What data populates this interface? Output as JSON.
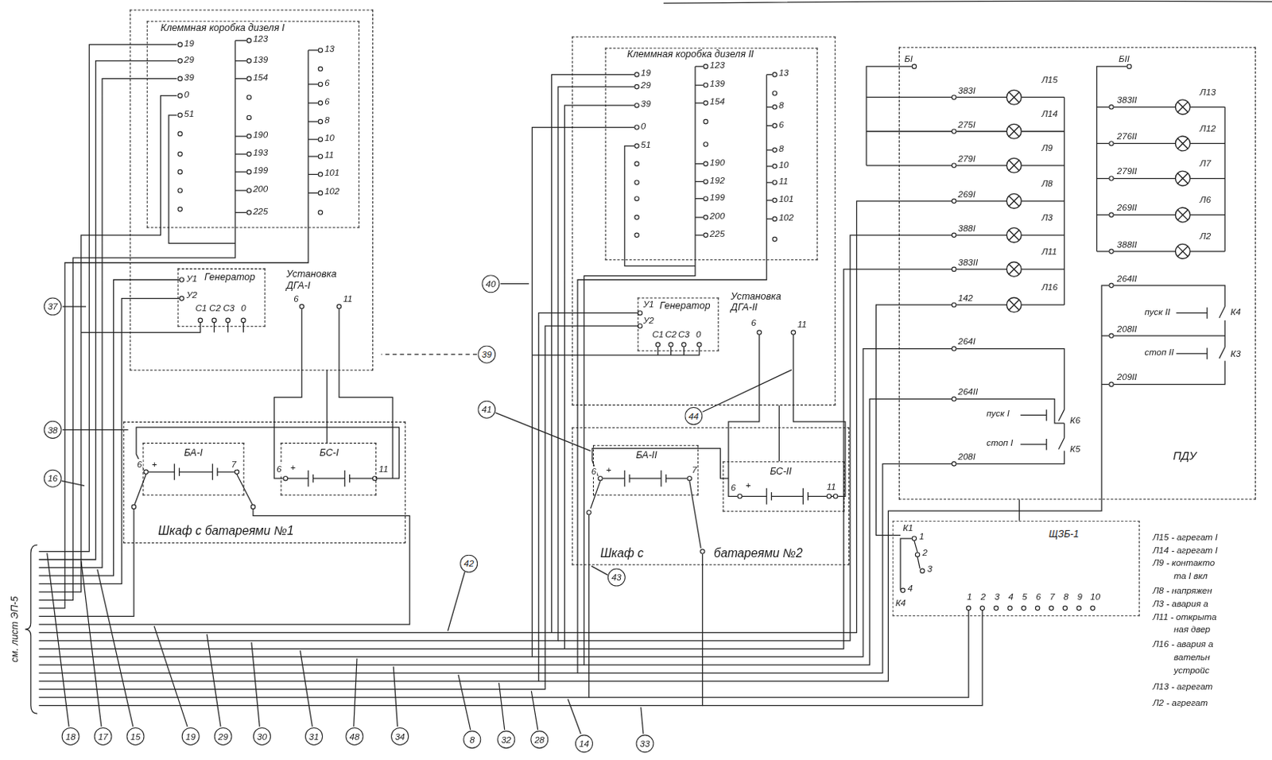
{
  "diagram": {
    "nodes": [
      {
        "text": [
          "Установка ДГА-I"
        ]
      },
      {
        "text": [
          "Клеммная коробка дизеля I"
        ],
        "in": 0
      },
      {
        "text": [
          "Генератор"
        ],
        "in": 0
      },
      {
        "text": [
          "Шкаф с батареями №1"
        ]
      },
      {
        "text": [
          "БА-I"
        ],
        "in": 3
      },
      {
        "text": [
          "БС-I"
        ],
        "in": 3
      },
      {
        "text": [
          "Установка ДГА-II"
        ]
      },
      {
        "text": [
          "Клеммная коробка дизеля II"
        ],
        "in": 6
      },
      {
        "text": [
          "Генератор"
        ],
        "in": 6
      },
      {
        "text": [
          "Шкаф с",
          "батареями №2"
        ]
      },
      {
        "text": [
          "БА-II"
        ],
        "in": 9
      },
      {
        "text": [
          "БС-II"
        ],
        "in": 9
      },
      {
        "text": [
          "ПДУ"
        ]
      },
      {
        "text": [
          "ЩЗБ-1"
        ]
      }
    ],
    "edges": [
      {
        "from": 5,
        "to": 0,
        "arrow": "none"
      },
      {
        "from": 11,
        "to": 6,
        "arrow": "none"
      },
      {
        "from": 12,
        "to": 13,
        "arrow": "none"
      }
    ],
    "labels": [
      "19",
      "29",
      "39",
      "0",
      "51",
      "123",
      "139",
      "154",
      "190",
      "193",
      "199",
      "200",
      "225",
      "13",
      "6",
      "6",
      "8",
      "10",
      "11",
      "101",
      "102",
      "У1",
      "У2",
      "С1",
      "С2",
      "С3",
      "0",
      "6",
      "11",
      "6",
      "+",
      "7",
      "6",
      "+",
      "11",
      "19",
      "29",
      "39",
      "0",
      "51",
      "123",
      "139",
      "154",
      "190",
      "192",
      "199",
      "200",
      "225",
      "13",
      "8",
      "6",
      "8",
      "10",
      "11",
      "101",
      "102",
      "У1",
      "У2",
      "С1",
      "С2",
      "С3",
      "0",
      "6",
      "11",
      "6",
      "+",
      "7",
      "6",
      "+",
      "11",
      "БI",
      "383I",
      "Л15",
      "275I",
      "Л14",
      "279I",
      "Л9",
      "269I",
      "Л8",
      "388I",
      "Л3",
      "383II",
      "Л11",
      "142",
      "Л16",
      "264I",
      "264II",
      "пуск I",
      "К6",
      "208I",
      "стоп I",
      "К5",
      "БII",
      "383II",
      "Л13",
      "276II",
      "Л12",
      "279II",
      "Л7",
      "269II",
      "Л6",
      "388II",
      "Л2",
      "264II",
      "пуск II",
      "К4",
      "208II",
      "стоп II",
      "К3",
      "209II",
      "К1",
      "1",
      "2",
      "3",
      "4",
      "К4",
      "1",
      "2",
      "3",
      "4",
      "5",
      "6",
      "7",
      "8",
      "9",
      "10",
      "Л15 - агрегат I",
      "Л14 - агрегат I",
      "Л9 - контакто",
      "та I вкл",
      "Л8 - напряжен",
      "Л3 - авария а",
      "Л11 - открыта",
      "ная двер",
      "Л16 - авария а",
      "вательн",
      "устройс",
      "Л13 - агрегат",
      "Л2 - агрегат",
      "см. лист ЭП-5",
      "37",
      "38",
      "16",
      "39",
      "40",
      "41",
      "44",
      "42",
      "43",
      "18",
      "17",
      "15",
      "19",
      "29",
      "30",
      "31",
      "48",
      "34",
      "8",
      "32",
      "28",
      "14",
      "33"
    ]
  }
}
